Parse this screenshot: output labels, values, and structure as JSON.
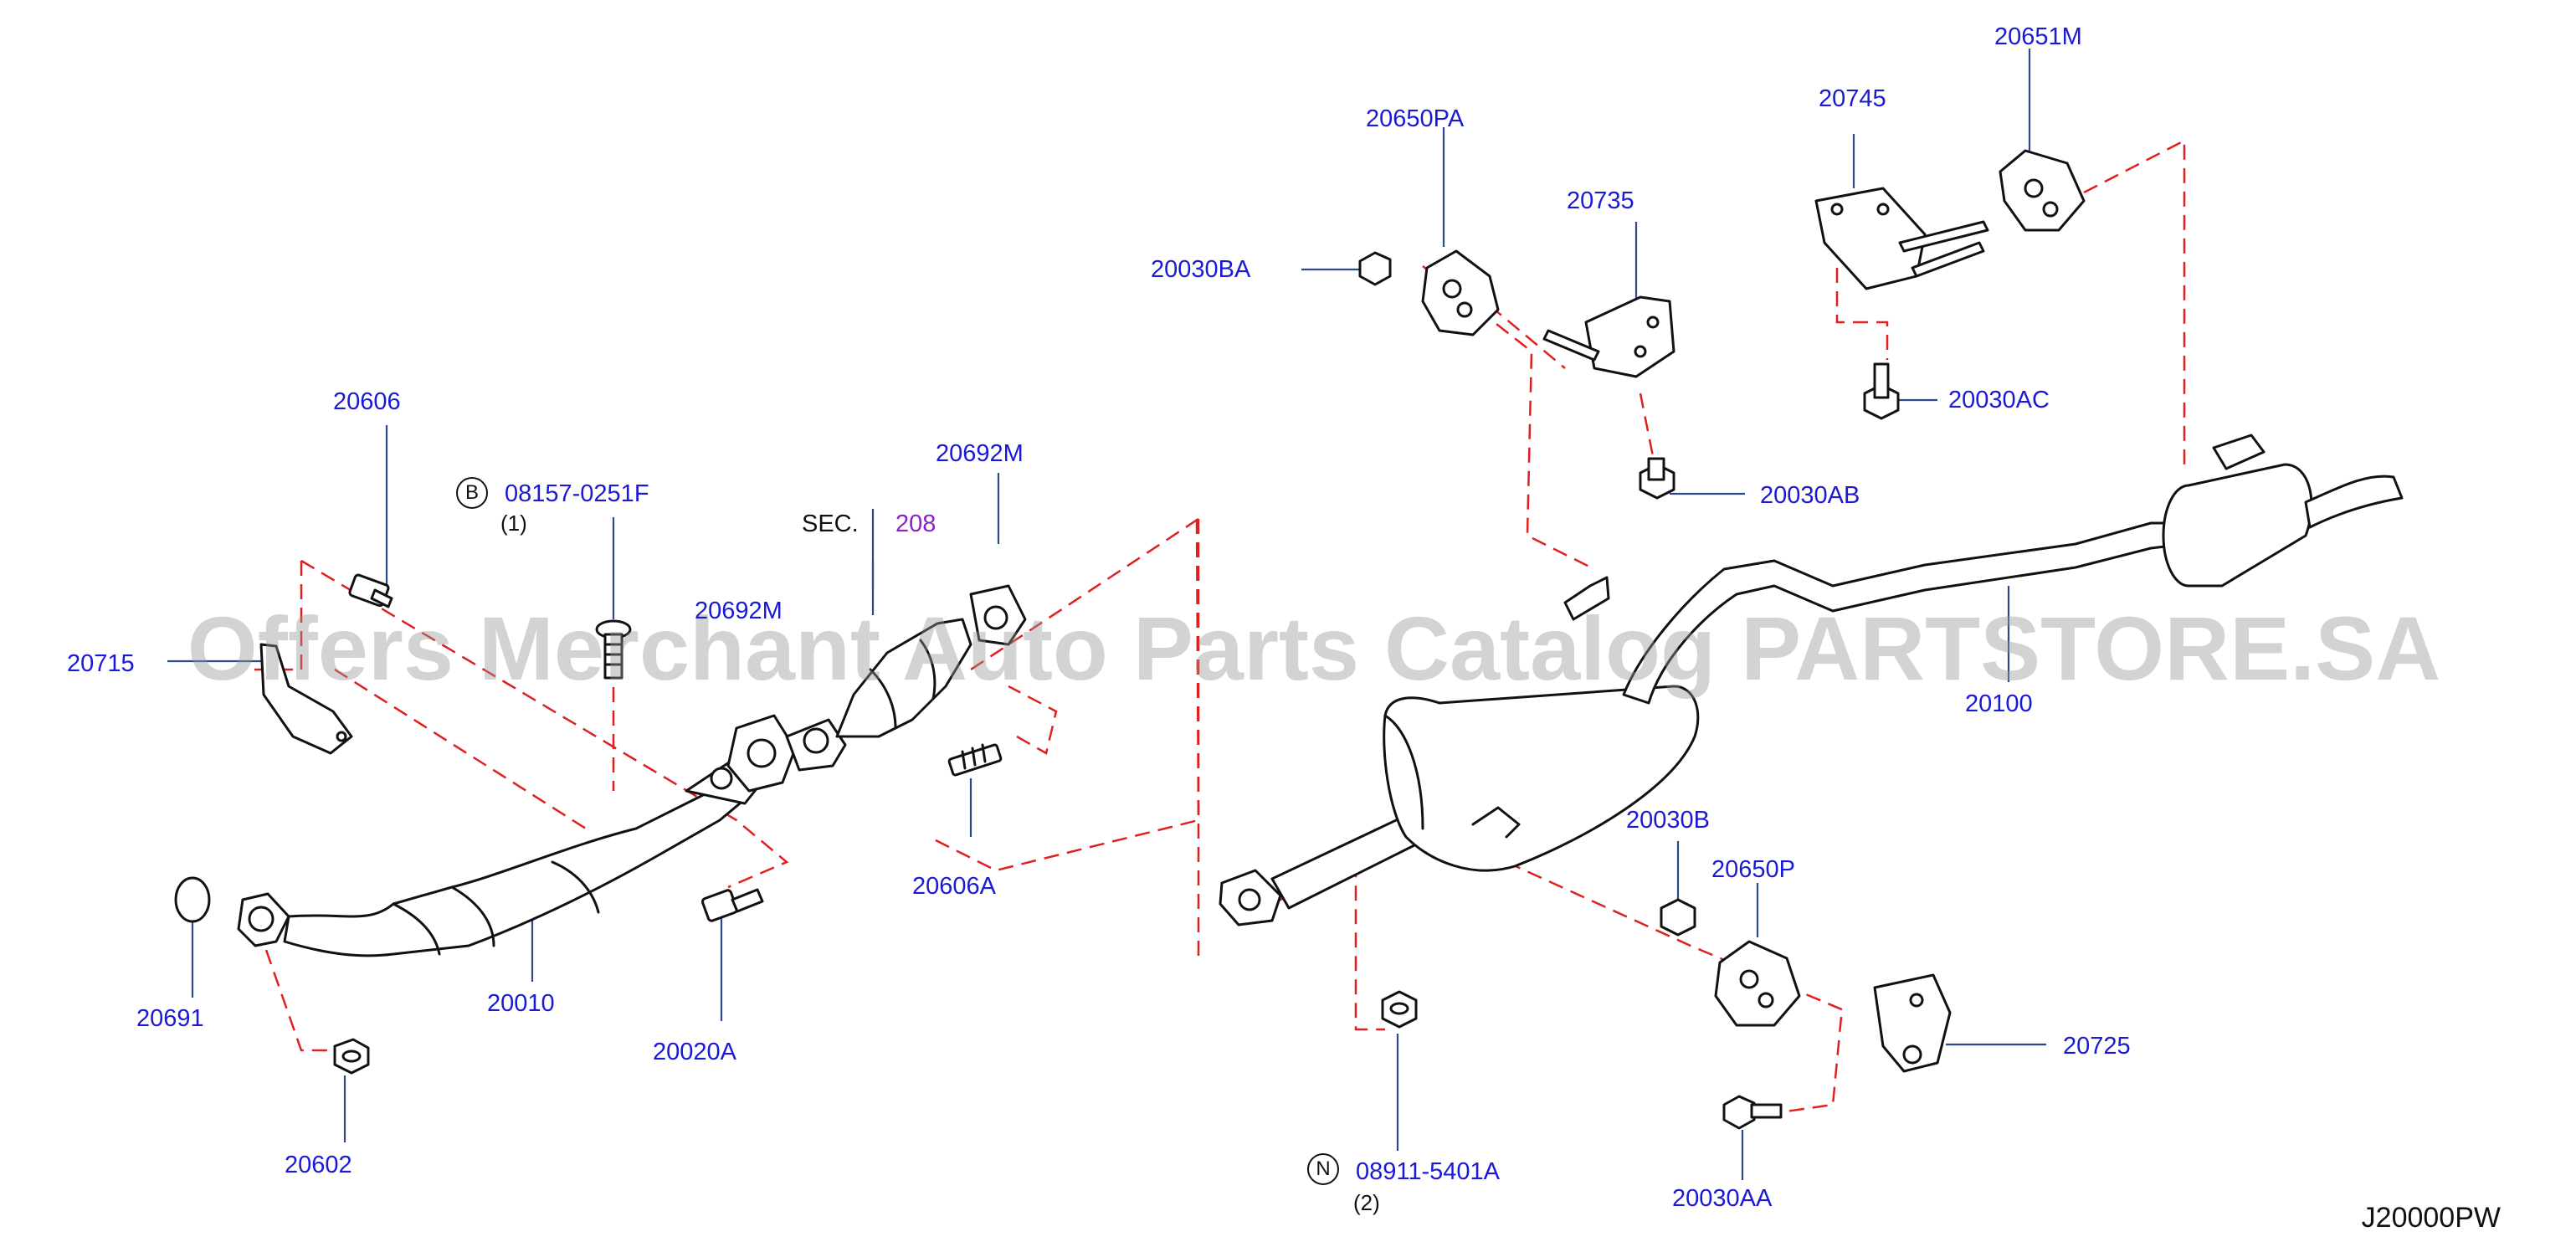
{
  "diagram_code": "J20000PW",
  "watermark": "Offers Merchant Auto Parts Catalog PARTSTORE.SA",
  "section_ref": {
    "prefix": "SEC.",
    "number": "208"
  },
  "bolt_refs": [
    {
      "badge": "B",
      "part": "08157-0251F",
      "qty": "(1)"
    },
    {
      "badge": "N",
      "part": "08911-5401A",
      "qty": "(2)"
    }
  ],
  "callouts": {
    "p20606": "20606",
    "p20715": "20715",
    "p20692M_top": "20692M",
    "p20692M": "20692M",
    "p20606A": "20606A",
    "p20691": "20691",
    "p20010": "20010",
    "p20020A": "20020A",
    "p20602": "20602",
    "p20650PA": "20650PA",
    "p20030BA": "20030BA",
    "p20735": "20735",
    "p20030AB": "20030AB",
    "p20745": "20745",
    "p20651M": "20651M",
    "p20030AC": "20030AC",
    "p20100": "20100",
    "p20030B": "20030B",
    "p20650P": "20650P",
    "p20725": "20725",
    "p20030AA": "20030AA"
  },
  "colors": {
    "callout_text": "#1a1ad6",
    "leader_line": "#2a4a8a",
    "dashed_line": "#e02020",
    "part_outline": "#111111",
    "section_number": "#8a22c8"
  }
}
